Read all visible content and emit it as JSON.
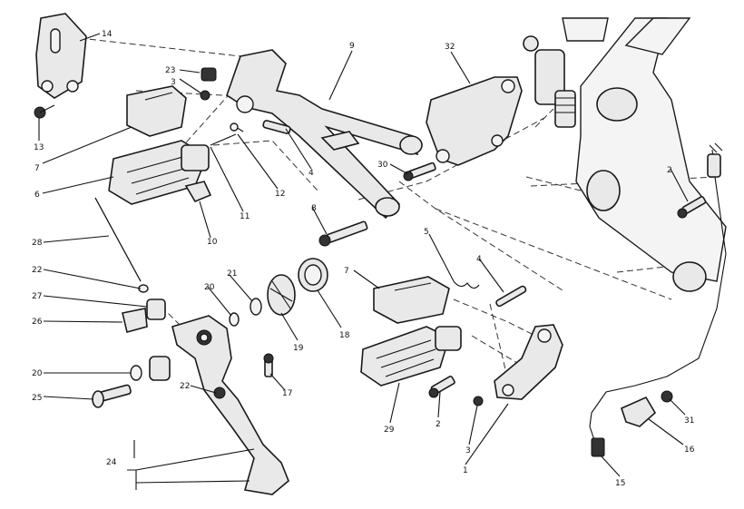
{
  "callouts": [
    "14",
    "13",
    "23",
    "3",
    "9",
    "32",
    "7",
    "6",
    "12",
    "11",
    "4",
    "30",
    "2",
    "8",
    "10",
    "28",
    "22",
    "27",
    "26",
    "20",
    "21",
    "19",
    "18",
    "5",
    "7",
    "4",
    "20",
    "25",
    "22",
    "17",
    "24",
    "29",
    "2",
    "3",
    "1",
    "31",
    "16",
    "15"
  ]
}
